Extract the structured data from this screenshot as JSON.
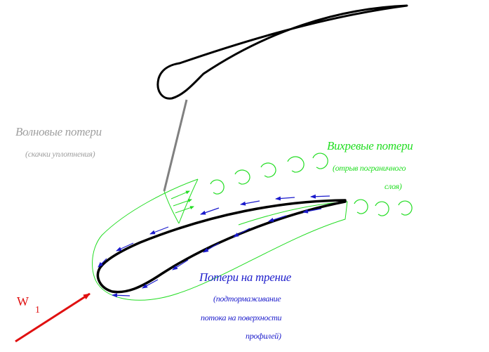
{
  "labels": {
    "wave_loss": "Волновые потери",
    "wave_loss_note": "(скачки уплотнения)",
    "vortex_loss": "Вихревые потери",
    "vortex_loss_note_1": "(отрыв пограничного",
    "vortex_loss_note_2": "слоя)",
    "friction_loss": "Потери на трение",
    "friction_note_1": "(подтормаживание",
    "friction_note_2": "потока на поверхности",
    "friction_note_3": "профилей)",
    "velocity_symbol": "W",
    "velocity_subscript": "1"
  },
  "colors": {
    "profile": "#000000",
    "shock": "#808080",
    "boundary_layer": "#22dd22",
    "flow_arrows": "#1a1acc",
    "inlet_arrow": "#e01010",
    "wave_text": "#a0a0a0"
  }
}
